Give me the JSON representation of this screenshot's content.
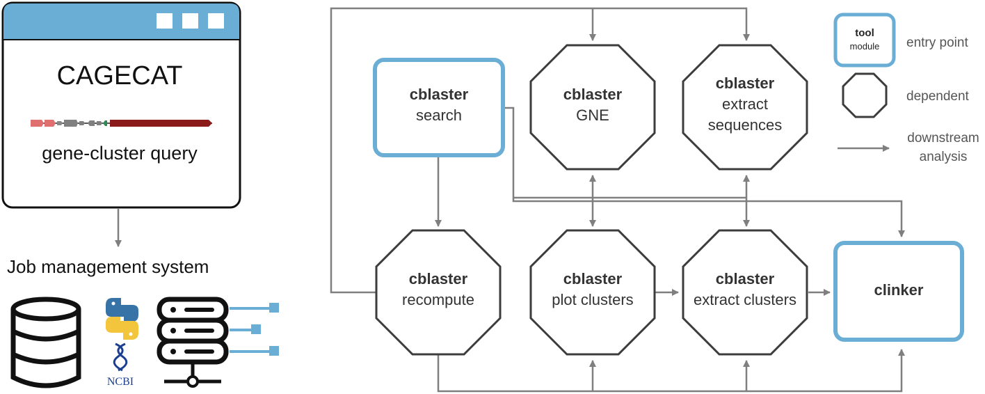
{
  "app": {
    "title": "CAGECAT",
    "query_label": "gene-cluster query",
    "window_buttons": [
      "window-button",
      "window-button",
      "window-button"
    ]
  },
  "backend": {
    "label": "Job management system",
    "icons": [
      "database-icon",
      "python-icon",
      "ncbi-icon",
      "server-icon"
    ],
    "ncbi_label": "NCBI"
  },
  "colors": {
    "accent_blue": "#6aaed6",
    "gene_red": "#e07070",
    "gene_gray": "#808080",
    "gene_dark_red": "#8b1a1a",
    "gene_green": "#2e8b57",
    "connector": "#7f7f7f"
  },
  "nodes": {
    "search": {
      "line1": "cblaster",
      "line2": "search",
      "type": "entry"
    },
    "gne": {
      "line1": "cblaster",
      "line2": "GNE",
      "type": "dependent"
    },
    "extract_sequences": {
      "line1": "cblaster",
      "line2": "extract",
      "line3": "sequences",
      "type": "dependent"
    },
    "recompute": {
      "line1": "cblaster",
      "line2": "recompute",
      "type": "dependent"
    },
    "plot_clusters": {
      "line1": "cblaster",
      "line2": "plot clusters",
      "type": "dependent"
    },
    "extract_clusters": {
      "line1": "cblaster",
      "line2": "extract clusters",
      "type": "dependent"
    },
    "clinker": {
      "line1": "clinker",
      "type": "entry"
    }
  },
  "legend": {
    "tool_label": "tool",
    "module_label": "module",
    "entry_point": "entry point",
    "dependent": "dependent",
    "downstream_line1": "downstream",
    "downstream_line2": "analysis"
  }
}
